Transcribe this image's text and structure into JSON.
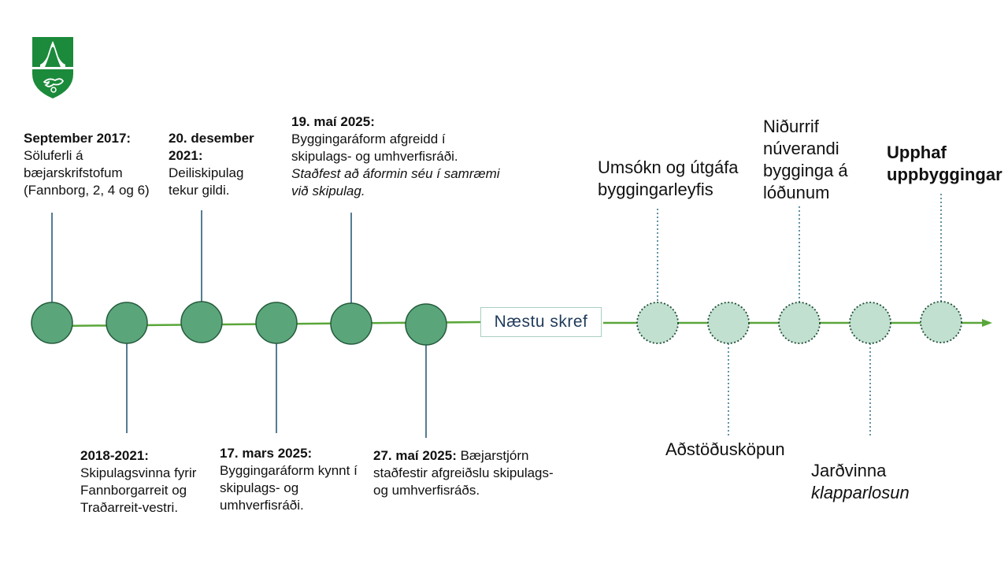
{
  "colors": {
    "timeline": "#5aa63a",
    "done_fill": "#5ba57a",
    "done_stroke": "#245c3c",
    "future_fill": "#c2e0cf",
    "future_stroke": "#1e4d3a",
    "connector": "#1e5170",
    "future_connector": "#2e6f84",
    "logo_green": "#1b8a3a"
  },
  "logo": {
    "icon": "municipal-coat-of-arms"
  },
  "next_steps": "Næstu skref",
  "milestones": [
    {
      "date": "September 2017:",
      "lines": [
        "Söluferli á",
        "bæjarskrifstofum",
        "(Fannborg, 2, 4 og 6)"
      ]
    },
    {
      "date": "2018-2021:",
      "lines": [
        "Skipulagsvinna fyrir",
        "Fannborgarreit og",
        "Traðarreit-vestri."
      ]
    },
    {
      "date": "20. desember",
      "date2": "2021:",
      "lines": [
        "Deiliskipulag",
        "tekur gildi."
      ]
    },
    {
      "date": "17. mars 2025:",
      "lines": [
        "Byggingaráform kynnt í",
        "skipulags- og",
        "umhverfisráði."
      ]
    },
    {
      "date": "19. maí 2025:",
      "lines": [
        "Byggingaráform afgreidd í",
        "skipulags- og umhverfisráði."
      ],
      "italic": [
        "Staðfest að áformin séu í samræmi",
        "við skipulag."
      ]
    },
    {
      "date": "27. maí 2025:",
      "rest": " Bæjarstjórn",
      "lines": [
        "staðfestir afgreiðslu skipulags-",
        "og umhverfisráðs."
      ]
    }
  ],
  "future_steps": [
    {
      "lines": [
        "Umsókn og útgáfa",
        "byggingarleyfis"
      ]
    },
    {
      "lines": [
        "Aðstöðusköpun"
      ]
    },
    {
      "lines": [
        "Niðurrif",
        "núverandi",
        "bygginga á",
        "lóðunum"
      ]
    },
    {
      "lines": [
        "Jarðvinna"
      ],
      "italic": "klapparlosun"
    },
    {
      "lines": [
        "Upphaf",
        "uppbyggingar"
      ]
    }
  ]
}
